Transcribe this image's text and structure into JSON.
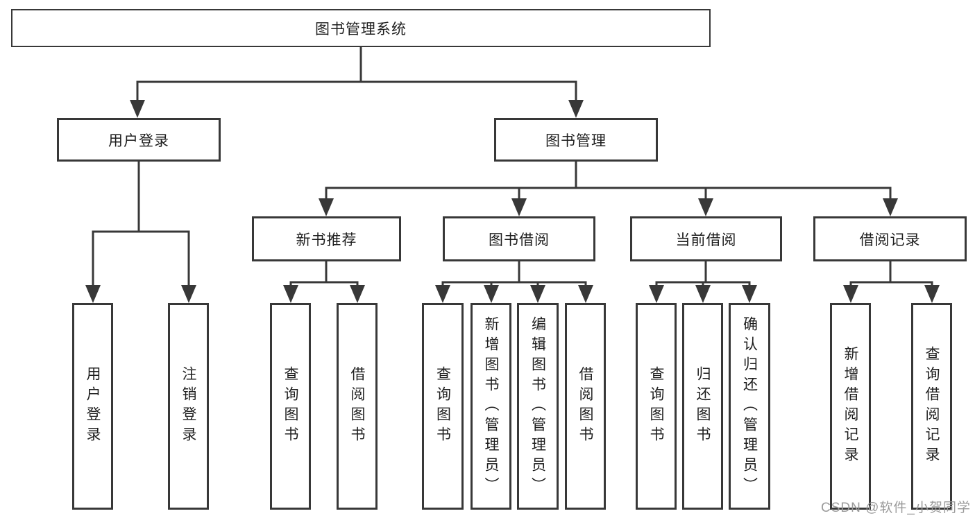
{
  "diagram": {
    "title": "图书管理系统",
    "branches": [
      {
        "label": "用户登录",
        "children": [
          {
            "label": "用户登录"
          },
          {
            "label": "注销登录"
          }
        ]
      },
      {
        "label": "图书管理",
        "children": [
          {
            "label": "新书推荐",
            "children": [
              {
                "label": "查询图书"
              },
              {
                "label": "借阅图书"
              }
            ]
          },
          {
            "label": "图书借阅",
            "children": [
              {
                "label": "查询图书"
              },
              {
                "label": "新增图书（管理员）"
              },
              {
                "label": "编辑图书（管理员）"
              },
              {
                "label": "借阅图书"
              }
            ]
          },
          {
            "label": "当前借阅",
            "children": [
              {
                "label": "查询图书"
              },
              {
                "label": "归还图书"
              },
              {
                "label": "确认归还（管理员）"
              }
            ]
          },
          {
            "label": "借阅记录",
            "children": [
              {
                "label": "新增借阅记录"
              },
              {
                "label": "查询借阅记录"
              }
            ]
          }
        ]
      }
    ]
  },
  "watermark": {
    "text": "CSDN @软件_小贺同学"
  },
  "colors": {
    "line": "#383838",
    "text": "#1e1e1e",
    "watermark": "#9a9a9a",
    "background": "#ffffff"
  }
}
